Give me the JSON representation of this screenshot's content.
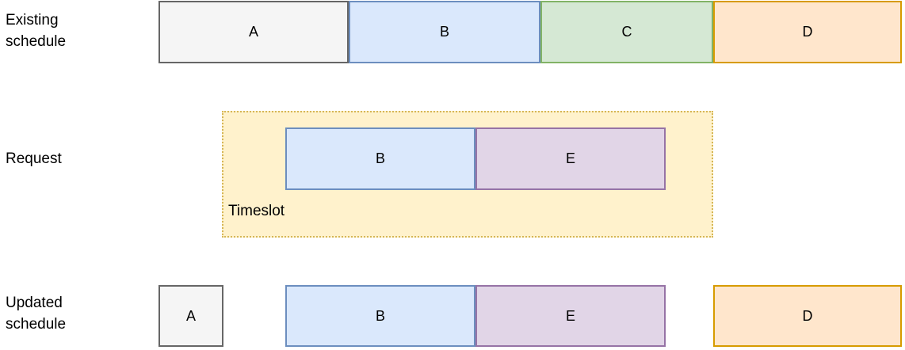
{
  "diagram": {
    "rows": {
      "existing": {
        "label": "Existing schedule",
        "blocks": [
          {
            "label": "A",
            "color": "gray"
          },
          {
            "label": "B",
            "color": "blue"
          },
          {
            "label": "C",
            "color": "green"
          },
          {
            "label": "D",
            "color": "orange"
          }
        ]
      },
      "request": {
        "label": "Request",
        "timeslot_label": "Timeslot",
        "blocks": [
          {
            "label": "B",
            "color": "blue"
          },
          {
            "label": "E",
            "color": "purple"
          }
        ]
      },
      "updated": {
        "label": "Updated schedule",
        "blocks": [
          {
            "label": "A",
            "color": "gray"
          },
          {
            "label": "B",
            "color": "blue"
          },
          {
            "label": "E",
            "color": "purple"
          },
          {
            "label": "D",
            "color": "orange"
          }
        ]
      }
    },
    "colors": {
      "gray_fill": "#f5f5f5",
      "gray_stroke": "#666666",
      "blue_fill": "#dae8fc",
      "blue_stroke": "#6c8ebf",
      "green_fill": "#d5e8d4",
      "green_stroke": "#82b366",
      "orange_fill": "#ffe6cc",
      "orange_stroke": "#d79b00",
      "purple_fill": "#e1d5e7",
      "purple_stroke": "#9673a6",
      "yellow_fill": "#fff2cc",
      "yellow_stroke": "#d6b656"
    }
  }
}
